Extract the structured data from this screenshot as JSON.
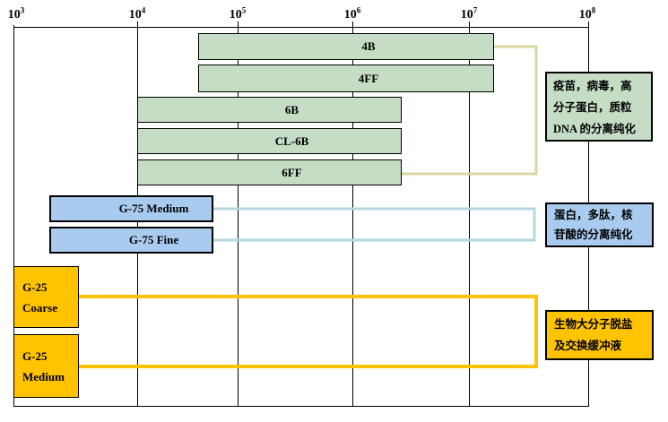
{
  "axis": {
    "ticks": [
      {
        "base": "10",
        "exp": "3"
      },
      {
        "base": "10",
        "exp": "4"
      },
      {
        "base": "10",
        "exp": "5"
      },
      {
        "base": "10",
        "exp": "6"
      },
      {
        "base": "10",
        "exp": "7"
      },
      {
        "base": "10",
        "exp": "8"
      }
    ]
  },
  "bars": {
    "b4b": "4B",
    "b4ff": "4FF",
    "b6b": "6B",
    "bcl6b": "CL-6B",
    "b6ff": "6FF",
    "g75_medium": "G-75 Medium",
    "g75_fine": "G-75 Fine",
    "g25_coarse": "G-25\nCoarse",
    "g25_medium": "G-25\nMedium"
  },
  "annotations": {
    "green_group": "疫苗，病毒，高\n分子蛋白，质粒\nDNA 的分离纯化",
    "blue_group": "蛋白，多肽，核\n苷酸的分离纯化",
    "yellow_group": "生物大分子脱盐\n及交换缓冲液"
  },
  "colors": {
    "green_bar_fill": "#c5dcc5",
    "blue_bar_fill": "#a8cbef",
    "yellow_bar_fill": "#ffc300",
    "green_connector": "#dbd6a2",
    "blue_connector": "#b3d7e0",
    "yellow_connector": "#ffc300",
    "axis_line": "#000000"
  },
  "chart_data": {
    "type": "bar",
    "subtype": "horizontal-range-bars",
    "title": "",
    "xlabel": "",
    "ylabel": "",
    "x_axis": {
      "scale": "log10",
      "range": [
        1000,
        100000000
      ],
      "tick_labels": [
        "10^3",
        "10^4",
        "10^5",
        "10^6",
        "10^7",
        "10^8"
      ],
      "tick_position": "top",
      "grid": "vertical gridlines at each decade"
    },
    "series": [
      {
        "name": "4B",
        "group": "sepharose-green",
        "range_approx": [
          50000,
          20000000
        ]
      },
      {
        "name": "4FF",
        "group": "sepharose-green",
        "range_approx": [
          50000,
          20000000
        ]
      },
      {
        "name": "6B",
        "group": "sepharose-green",
        "range_approx": [
          10000,
          3000000
        ]
      },
      {
        "name": "CL-6B",
        "group": "sepharose-green",
        "range_approx": [
          10000,
          3000000
        ]
      },
      {
        "name": "6FF",
        "group": "sepharose-green",
        "range_approx": [
          10000,
          3000000
        ]
      },
      {
        "name": "G-75 Medium",
        "group": "g75-blue",
        "range_approx": [
          2000,
          60000
        ]
      },
      {
        "name": "G-75 Fine",
        "group": "g75-blue",
        "range_approx": [
          2000,
          60000
        ]
      },
      {
        "name": "G-25 Coarse",
        "group": "g25-yellow",
        "range_approx": [
          1000,
          3300
        ]
      },
      {
        "name": "G-25 Medium",
        "group": "g25-yellow",
        "range_approx": [
          1000,
          3300
        ]
      }
    ],
    "group_annotations": [
      {
        "group": "sepharose-green",
        "fill": "#c5dcc5",
        "text": "疫苗，病毒，高分子蛋白，质粒DNA 的分离纯化"
      },
      {
        "group": "g75-blue",
        "fill": "#a8cbef",
        "text": "蛋白，多肽，核苷酸的分离纯化"
      },
      {
        "group": "g25-yellow",
        "fill": "#ffc300",
        "text": "生物大分子脱盐及交换缓冲液"
      }
    ],
    "legend": "none"
  }
}
